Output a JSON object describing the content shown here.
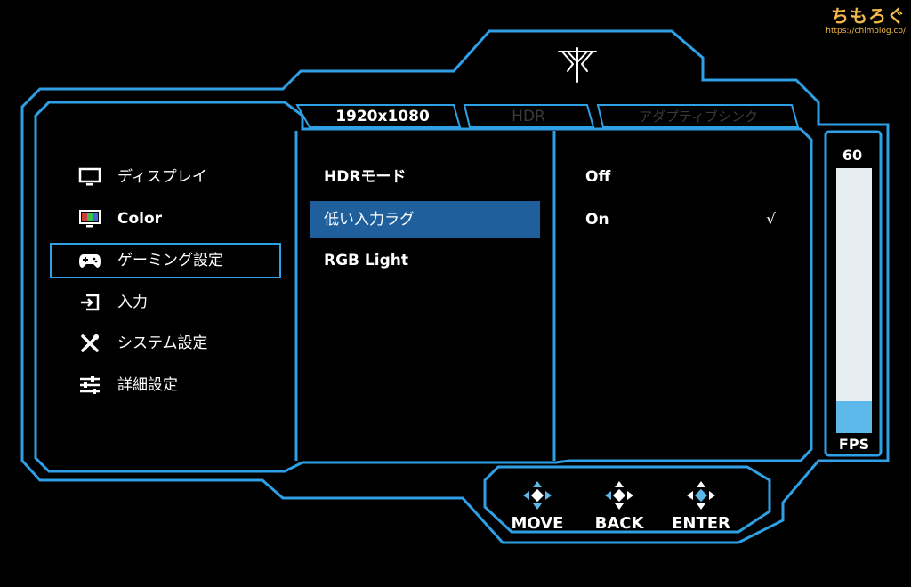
{
  "watermark": {
    "title": "ちもろぐ",
    "url": "https://chimolog.co/"
  },
  "logo": {
    "icon": "brand-logo-icon"
  },
  "tabs": [
    {
      "label": "1920x1080",
      "active": true
    },
    {
      "label": "HDR",
      "active": false
    },
    {
      "label": "アダプティブシンク",
      "active": false
    }
  ],
  "menu": [
    {
      "label": "ディスプレイ",
      "icon": "monitor-icon"
    },
    {
      "label": "Color",
      "icon": "color-icon"
    },
    {
      "label": "ゲーミング設定",
      "icon": "gamepad-icon"
    },
    {
      "label": "入力",
      "icon": "input-icon"
    },
    {
      "label": "システム設定",
      "icon": "tools-icon"
    },
    {
      "label": "詳細設定",
      "icon": "sliders-icon"
    }
  ],
  "submenu": [
    {
      "label": "HDRモード"
    },
    {
      "label": "低い入力ラグ"
    },
    {
      "label": "RGB Light"
    }
  ],
  "options": [
    {
      "label": "Off",
      "check": ""
    },
    {
      "label": "On",
      "check": "√"
    }
  ],
  "fps": {
    "value": "60",
    "label": "FPS",
    "level": 0.12
  },
  "nav": [
    {
      "label": "MOVE",
      "icon": "dpad-move-icon"
    },
    {
      "label": "BACK",
      "icon": "dpad-back-icon"
    },
    {
      "label": "ENTER",
      "icon": "dpad-enter-icon"
    }
  ],
  "colors": {
    "frame": "#2fa0e6",
    "highlight": "#1f5f9c",
    "fps_fill": "#5cb8e8",
    "watermark": "#f2b84a"
  }
}
